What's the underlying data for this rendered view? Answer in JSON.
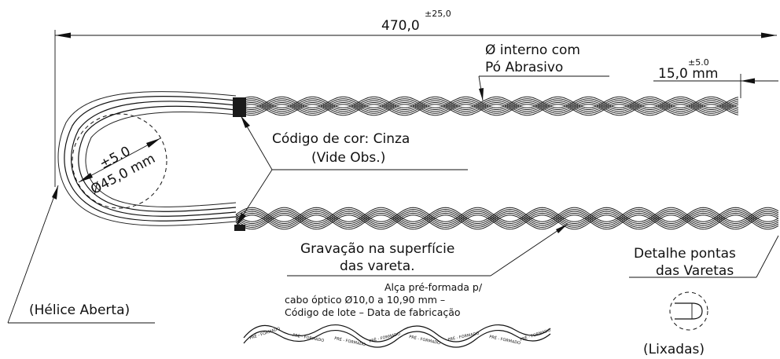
{
  "dimensions": {
    "overall_length": "470,0",
    "overall_tolerance": "±25,0",
    "end_length": "15,0  mm",
    "end_tolerance": "±5.0",
    "loop_diameter": "Ø45,0  mm",
    "loop_tolerance": "±5.0"
  },
  "labels": {
    "internal_diameter_line1": "Ø interno com",
    "internal_diameter_line2": "Pó Abrasivo",
    "color_code_line1": "Código de cor: Cinza",
    "color_code_line2": "(Vide Obs.)",
    "engraving_line1": "Gravação na superfície",
    "engraving_line2": "das vareta.",
    "open_helix": "(Hélice Aberta)",
    "tip_detail_line1": "Detalhe pontas",
    "tip_detail_line2": "das Varetas",
    "sanded": "(Lixadas)"
  },
  "engraving_text": {
    "line1": "Alça pré-formada p/",
    "line2": "cabo óptico Ø10,0 a 10,90 mm –",
    "line3": "Código de lote – Data de fabricação",
    "rod_marking": "PRÉ - FORMADO"
  },
  "colors": {
    "ink": "#111111",
    "color_band": "#1a1a1a"
  }
}
